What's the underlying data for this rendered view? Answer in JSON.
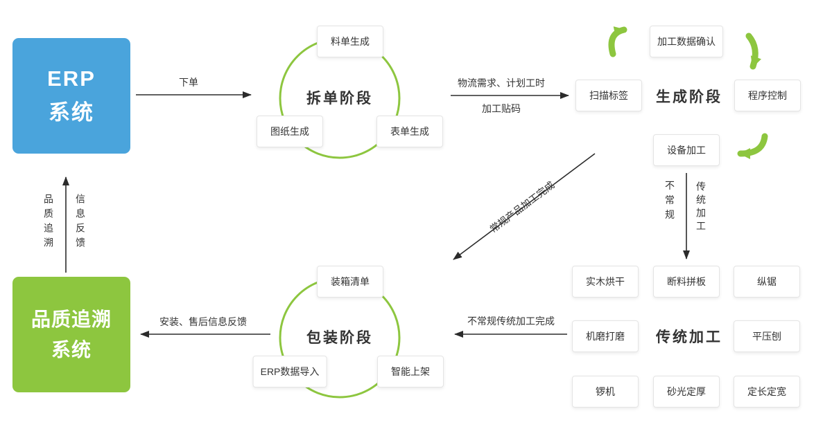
{
  "main_nodes": {
    "erp": {
      "line1": "ERP",
      "line2": "系统"
    },
    "quality": {
      "line1": "品质追溯",
      "line2": "系统"
    }
  },
  "phases": {
    "split": "拆单阶段",
    "generate": "生成阶段",
    "package": "包装阶段",
    "traditional": "传统加工"
  },
  "split_boxes": {
    "top": "料单生成",
    "left": "图纸生成",
    "right": "表单生成"
  },
  "generate_boxes": {
    "scan": "扫描标签",
    "confirm": "加工数据确认",
    "program": "程序控制",
    "device": "设备加工"
  },
  "traditional_boxes": {
    "r1c1": "实木烘干",
    "r1c2": "断料拼板",
    "r1c3": "纵锯",
    "r2c1": "机磨打磨",
    "r2c3": "平压刨",
    "r3c1": "锣机",
    "r3c2": "砂光定厚",
    "r3c3": "定长定宽"
  },
  "package_boxes": {
    "top": "装箱清单",
    "left": "ERP数据导入",
    "right": "智能上架"
  },
  "flow_labels": {
    "order": "下单",
    "logistics": "物流需求、计划工时",
    "coding": "加工贴码",
    "regular_done": "常规产品加工完成",
    "unconventional": "不常规",
    "traditional_path": "传统加工",
    "unconventional_done": "不常规传统加工完成",
    "feedback": "安装、售后信息反馈",
    "quality_trace": "品质追溯",
    "info_feedback": "信息反馈"
  },
  "colors": {
    "blue": "#4aa4dc",
    "green": "#8dc63f",
    "line": "#2b2b2b"
  }
}
